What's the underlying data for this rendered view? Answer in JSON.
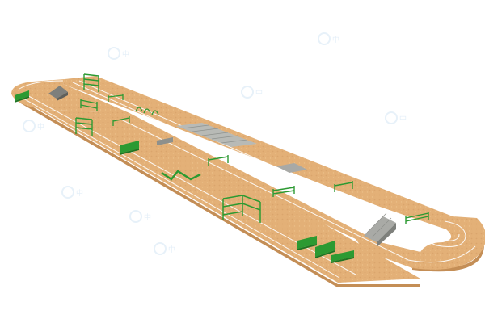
{
  "scene": {
    "subject": "obstacle-course-track",
    "colors": {
      "track_top": "#e3b077",
      "track_light": "#edc698",
      "track_edge": "#c48e56",
      "lane_line": "#ffffff",
      "equipment_green": "#2c9a32",
      "equipment_dark": "#1f7424",
      "pad_grey": "#9aa0a3",
      "ramp_grey": "#a9aaa6",
      "watermark": "#cfe3f4",
      "background": "#ffffff"
    },
    "watermarks": [
      {
        "id": "wm-1",
        "text": "中"
      },
      {
        "id": "wm-2",
        "text": "中"
      },
      {
        "id": "wm-3",
        "text": "中"
      },
      {
        "id": "wm-4",
        "text": "中"
      },
      {
        "id": "wm-5",
        "text": "中"
      },
      {
        "id": "wm-6",
        "text": "中"
      },
      {
        "id": "wm-7",
        "text": "中"
      },
      {
        "id": "wm-8",
        "text": "中"
      }
    ]
  }
}
